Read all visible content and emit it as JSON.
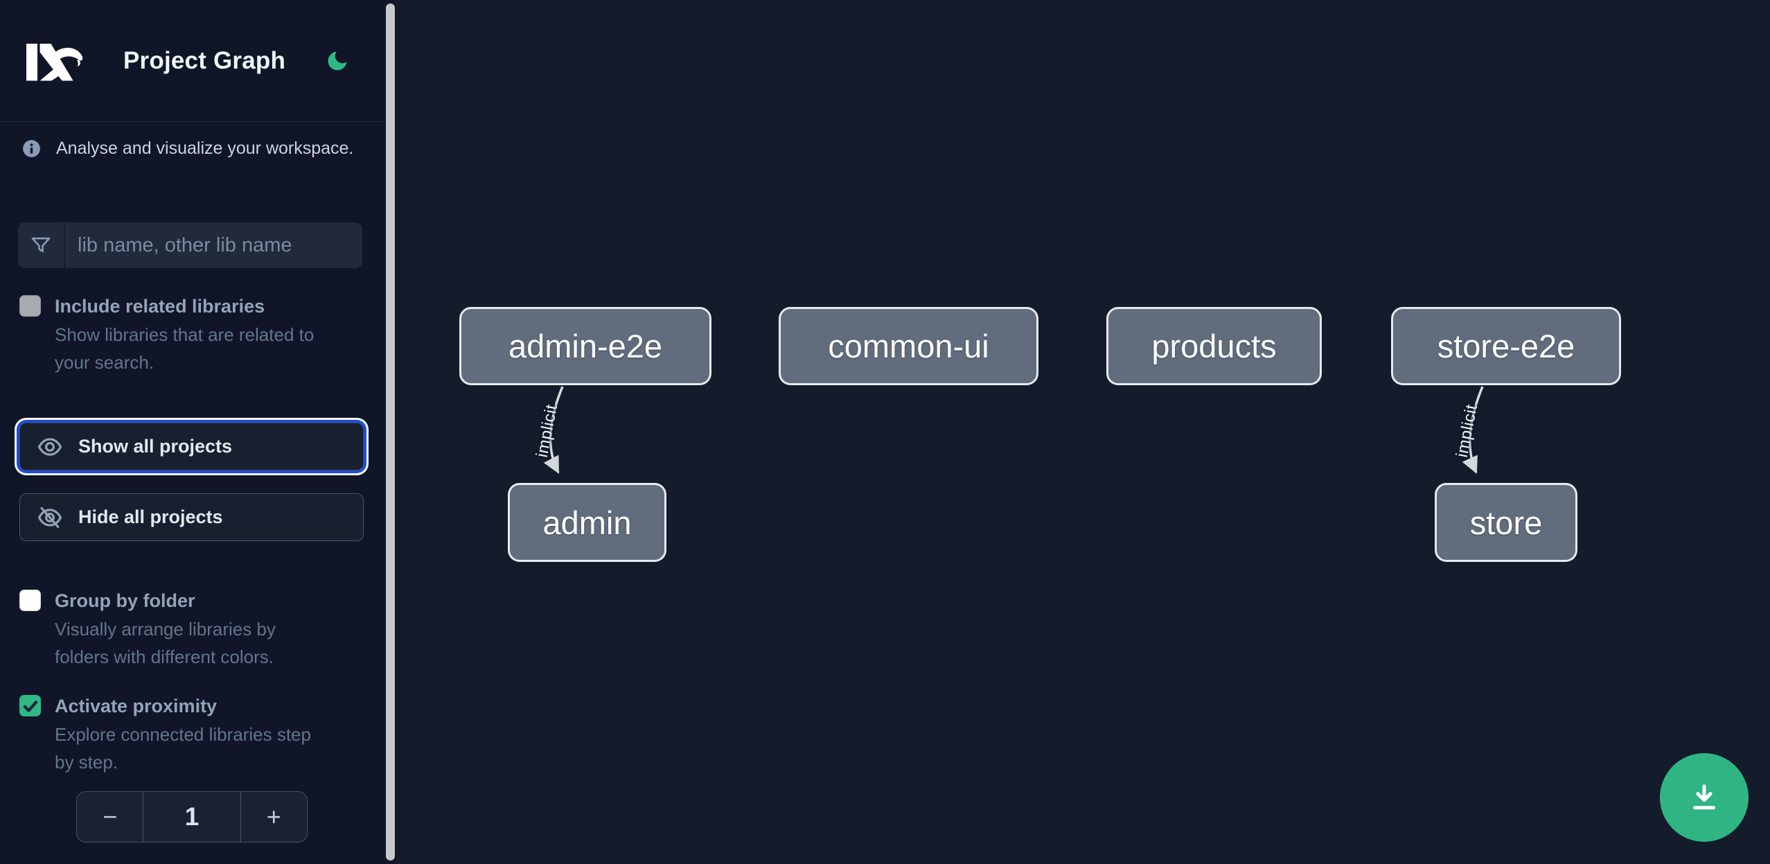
{
  "app": {
    "title": "Project Graph",
    "logo_icon": "nx-logo",
    "theme_toggle_icon": "moon-icon"
  },
  "sidebar": {
    "info": {
      "icon": "info-icon",
      "text": "Analyse and visualize your workspace."
    },
    "search": {
      "icon": "funnel-icon",
      "placeholder": "lib name, other lib name",
      "value": ""
    },
    "include_related": {
      "label": "Include related libraries",
      "desc_line1": "Show libraries that are related to",
      "desc_line2": "your search.",
      "checked": false
    },
    "show_all": {
      "label": "Show all projects",
      "icon": "eye-icon",
      "focused": true
    },
    "hide_all": {
      "label": "Hide all projects",
      "icon": "eye-off-icon"
    },
    "group_by_folder": {
      "label": "Group by folder",
      "desc_line1": "Visually arrange libraries by",
      "desc_line2": "folders with different colors.",
      "checked": false
    },
    "activate_proximity": {
      "label": "Activate proximity",
      "desc_line1": "Explore connected libraries step",
      "desc_line2": "by step.",
      "checked": true
    },
    "proximity_stepper": {
      "decrement": "−",
      "value": "1",
      "increment": "+"
    }
  },
  "graph": {
    "nodes": [
      {
        "label": "admin-e2e"
      },
      {
        "label": "common-ui"
      },
      {
        "label": "products"
      },
      {
        "label": "store-e2e"
      },
      {
        "label": "admin"
      },
      {
        "label": "store"
      }
    ],
    "edges": [
      {
        "from": "admin-e2e",
        "to": "admin",
        "label": "implicit"
      },
      {
        "from": "store-e2e",
        "to": "store",
        "label": "implicit"
      }
    ],
    "download_button_icon": "download-icon"
  },
  "colors": {
    "accent_green": "#2fb583",
    "checkbox_green": "#2eb885",
    "focus_ring_blue": "#1d4fd8",
    "sidebar_bg": "#101628",
    "canvas_bg": "#141b2a",
    "node_fill": "#616c7d",
    "node_border": "#e6eaef"
  }
}
